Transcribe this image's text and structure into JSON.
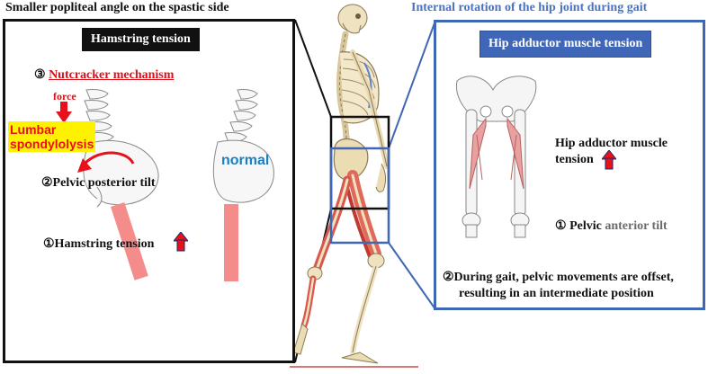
{
  "titles": {
    "left": "Smaller popliteal angle on the spastic side",
    "right": "Internal rotation of the hip joint during gait"
  },
  "left_panel": {
    "header": "Hamstring tension",
    "nutcracker_number": "③",
    "nutcracker_label": "Nutcracker mechanism",
    "force_label": "force",
    "lumbar_line1": "Lumbar",
    "lumbar_line2": "spondylolysis",
    "pelvic_tilt": "②Pelvic posterior tilt",
    "normal_label": "normal",
    "hamstring_tension": "①Hamstring tension"
  },
  "right_panel": {
    "header": "Hip adductor muscle tension",
    "adductor_line1": "Hip adductor muscle",
    "adductor_line2": "tension",
    "pelvic_number": "①",
    "pelvic_word": "Pelvic",
    "anterior_tilt": "anterior tilt",
    "gait_line1": "②During gait, pelvic movements are offset,",
    "gait_line2": "resulting in an intermediate position"
  },
  "colors": {
    "arrow_red": "#e8101a",
    "muscle_pink": "#f08a8a",
    "panel_blue": "#3f67b5",
    "highlight_yellow": "#fff200"
  }
}
